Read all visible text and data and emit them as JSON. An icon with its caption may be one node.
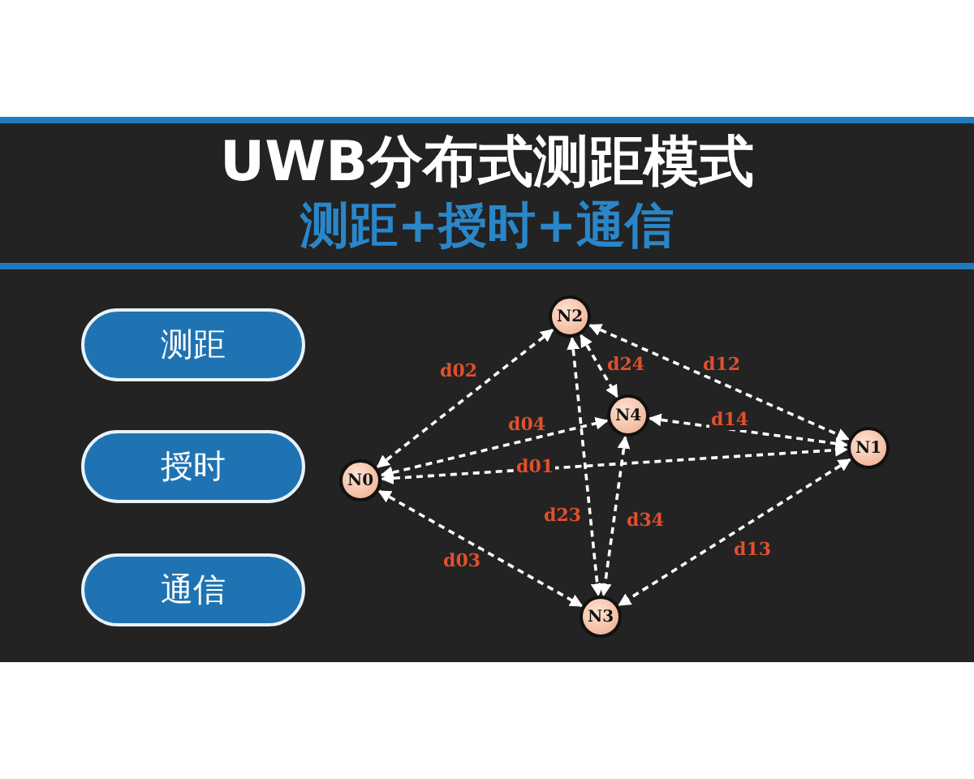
{
  "diagram": {
    "title": "UWB分布式测距模式",
    "nodes": [
      {
        "text": [
          "测距"
        ]
      },
      {
        "text": [
          "授时"
        ]
      },
      {
        "text": [
          "通信"
        ]
      },
      {
        "text": [
          "N0"
        ]
      },
      {
        "text": [
          "N1"
        ]
      },
      {
        "text": [
          "N2"
        ]
      },
      {
        "text": [
          "N3"
        ]
      },
      {
        "text": [
          "N4"
        ]
      }
    ],
    "edges": [
      {
        "from": 3,
        "to": 5,
        "arrow": "both",
        "label": "d02",
        "style": "dashed"
      },
      {
        "from": 3,
        "to": 7,
        "arrow": "both",
        "label": "d04",
        "style": "dashed"
      },
      {
        "from": 3,
        "to": 4,
        "arrow": "both",
        "label": "d01",
        "style": "dashed"
      },
      {
        "from": 3,
        "to": 6,
        "arrow": "both",
        "label": "d03",
        "style": "dashed"
      },
      {
        "from": 5,
        "to": 6,
        "arrow": "both",
        "label": "d23",
        "style": "dashed"
      },
      {
        "from": 7,
        "to": 6,
        "arrow": "both",
        "label": "d34",
        "style": "dashed"
      },
      {
        "from": 5,
        "to": 7,
        "arrow": "both",
        "label": "d24",
        "style": "dashed"
      },
      {
        "from": 5,
        "to": 4,
        "arrow": "both",
        "label": "d12",
        "style": "dashed"
      },
      {
        "from": 7,
        "to": 4,
        "arrow": "both",
        "label": "d14",
        "style": "dashed"
      },
      {
        "from": 4,
        "to": 6,
        "arrow": "both",
        "label": "d13",
        "style": "dashed"
      }
    ],
    "labels": [
      "测距+授时+通信"
    ]
  }
}
